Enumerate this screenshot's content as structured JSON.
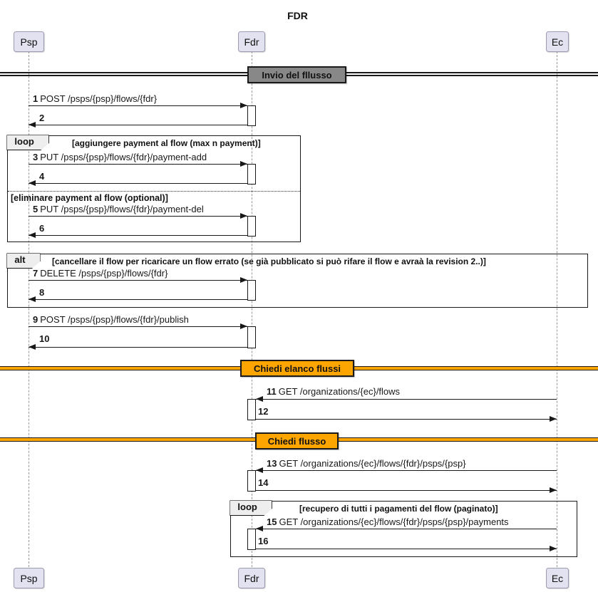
{
  "title": "FDR",
  "participants": [
    {
      "name": "Psp"
    },
    {
      "name": "Fdr"
    },
    {
      "name": "Ec"
    }
  ],
  "dividers": [
    {
      "label": "Invio del fllusso",
      "color": "#888888"
    },
    {
      "label": "Chiedi elanco flussi",
      "color": "#FFA500"
    },
    {
      "label": "Chiedi flusso",
      "color": "#FFA500"
    }
  ],
  "frames": {
    "loop_add": {
      "keyword": "loop",
      "condition": "[aggiungere payment al flow (max n payment)]",
      "inner_divider": "[eliminare payment al flow (optional)]"
    },
    "alt_delete": {
      "keyword": "alt",
      "condition": "[cancellare il flow per ricaricare un flow errato (se già pubblicato si può rifare il flow e avraà la revision 2..)]"
    },
    "loop_payments": {
      "keyword": "loop",
      "condition": "[recupero di tutti i pagamenti del flow (paginato)]"
    }
  },
  "messages": [
    {
      "num": "1",
      "text": "POST /psps/{psp}/flows/{fdr}"
    },
    {
      "num": "2",
      "text": ""
    },
    {
      "num": "3",
      "text": "PUT /psps/{psp}/flows/{fdr}/payment-add"
    },
    {
      "num": "4",
      "text": ""
    },
    {
      "num": "5",
      "text": "PUT /psps/{psp}/flows/{fdr}/payment-del"
    },
    {
      "num": "6",
      "text": ""
    },
    {
      "num": "7",
      "text": "DELETE /psps/{psp}/flows/{fdr}"
    },
    {
      "num": "8",
      "text": ""
    },
    {
      "num": "9",
      "text": "POST /psps/{psp}/flows/{fdr}/publish"
    },
    {
      "num": "10",
      "text": ""
    },
    {
      "num": "11",
      "text": "GET /organizations/{ec}/flows"
    },
    {
      "num": "12",
      "text": ""
    },
    {
      "num": "13",
      "text": "GET /organizations/{ec}/flows/{fdr}/psps/{psp}"
    },
    {
      "num": "14",
      "text": ""
    },
    {
      "num": "15",
      "text": "GET /organizations/{ec}/flows/{fdr}/psps/{psp}/payments"
    },
    {
      "num": "16",
      "text": ""
    }
  ],
  "colors": {
    "participant_fill": "#E2E2F0",
    "divider_gray": "#888888",
    "divider_orange": "#FFA500",
    "frame_header_fill": "#EEEEEE",
    "line": "#181818",
    "lifeline": "#9A9A9A"
  }
}
